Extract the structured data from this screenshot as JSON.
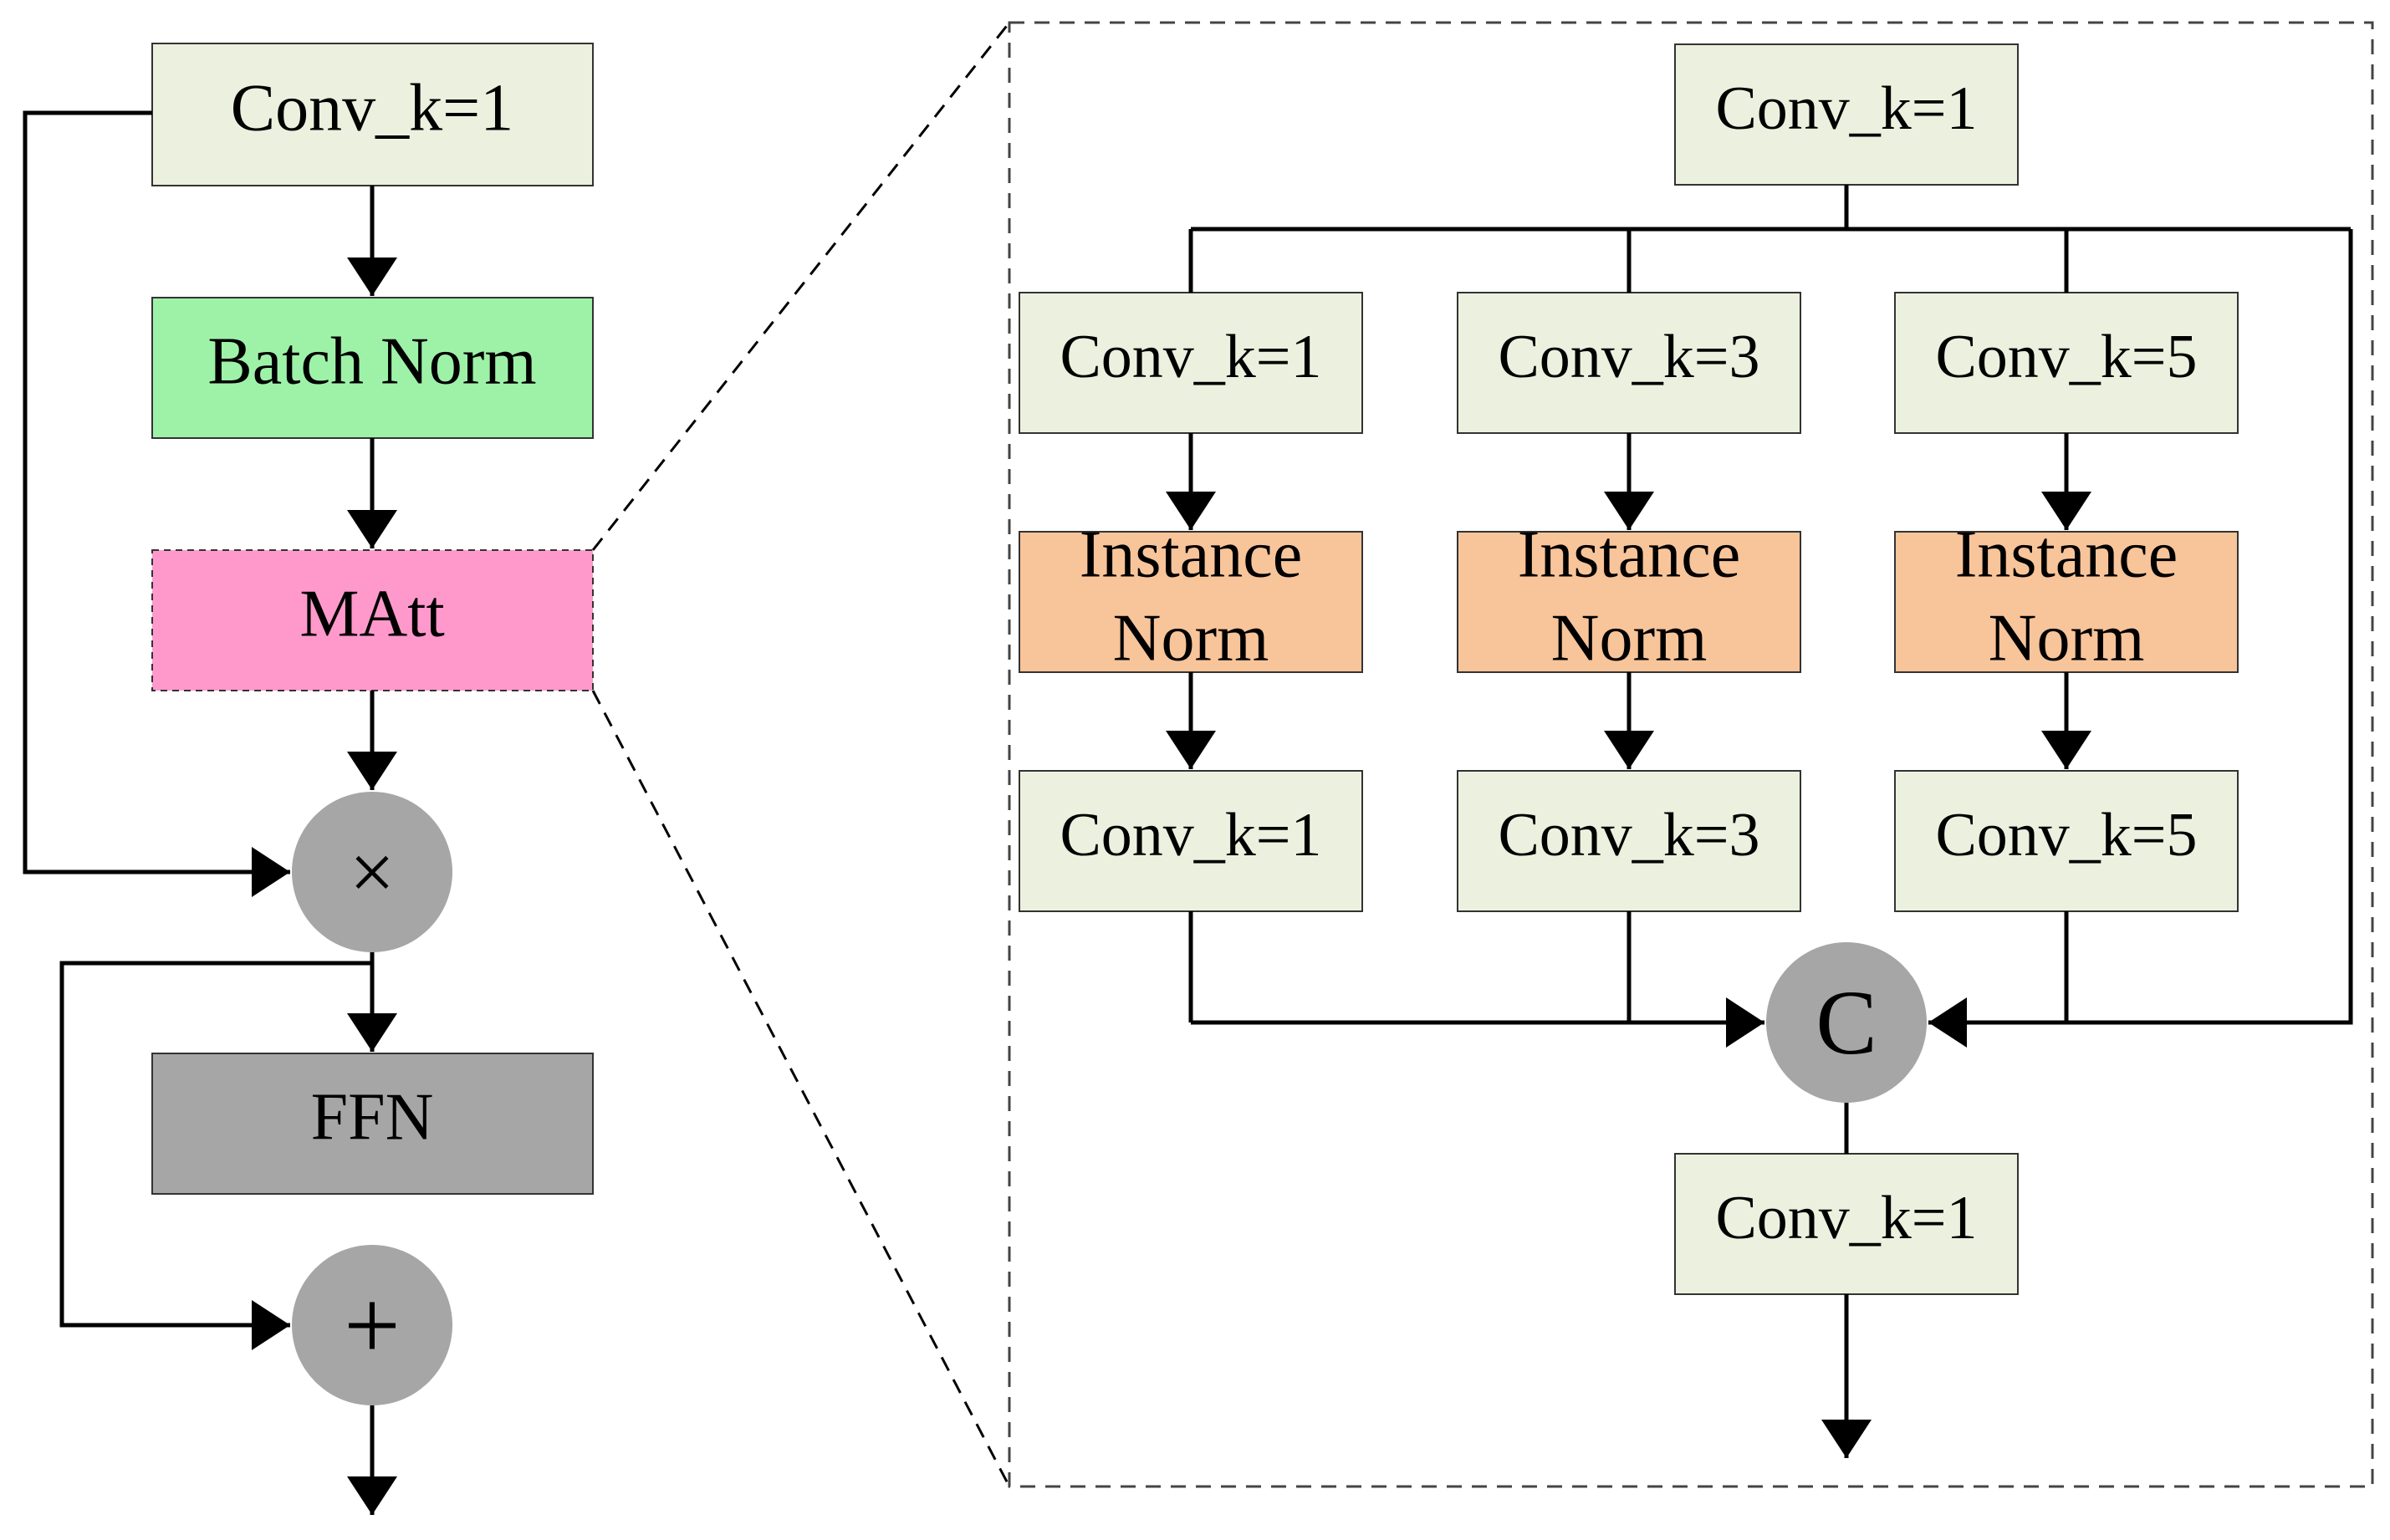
{
  "colors": {
    "conv": "#EBF1DE",
    "batch_norm": "#9EF2A8",
    "matt": "#FF99CC",
    "ffn": "#A6A6A6",
    "instance_norm": "#F8C49A",
    "operator_circle": "#A6A6A6",
    "line": "#000000"
  },
  "left_block": {
    "conv_label": "Conv_k=1",
    "batch_norm_label": "Batch Norm",
    "matt_label": "MAtt",
    "multiply_symbol": "×",
    "ffn_label": "FFN",
    "add_symbol": "+"
  },
  "matt_detail": {
    "top_conv_label": "Conv_k=1",
    "branches": [
      {
        "conv_label": "Conv_k=1",
        "norm_line1": "Instance",
        "norm_line2": "Norm",
        "conv_out_label": "Conv_k=1"
      },
      {
        "conv_label": "Conv_k=3",
        "norm_line1": "Instance",
        "norm_line2": "Norm",
        "conv_out_label": "Conv_k=3"
      },
      {
        "conv_label": "Conv_k=5",
        "norm_line1": "Instance",
        "norm_line2": "Norm",
        "conv_out_label": "Conv_k=5"
      }
    ],
    "concat_symbol": "C",
    "bottom_conv_label": "Conv_k=1"
  }
}
